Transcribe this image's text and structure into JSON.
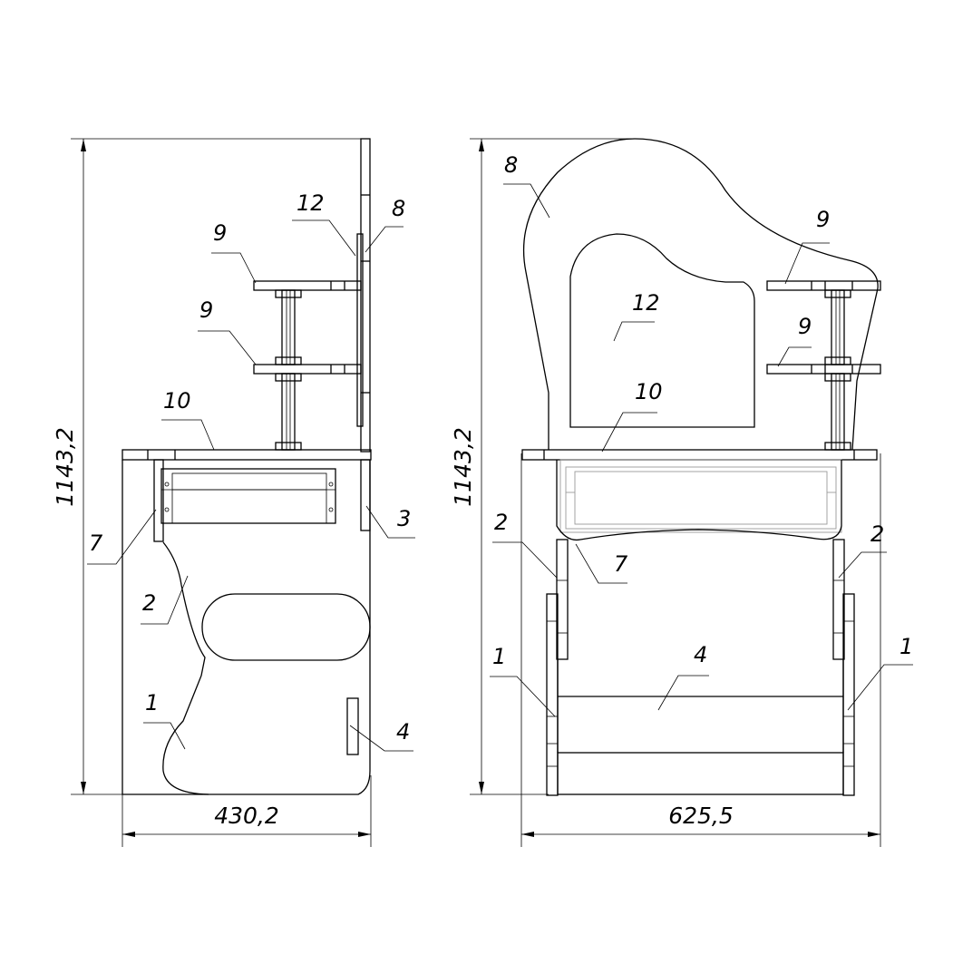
{
  "dimensions": {
    "side_width": "430,2",
    "side_height": "1143,2",
    "front_width": "625,5",
    "front_height": "1143,2"
  },
  "side_view_labels": {
    "p1": "1",
    "p2": "2",
    "p3": "3",
    "p4": "4",
    "p7": "7",
    "p8": "8",
    "p9_top": "9",
    "p9_mid": "9",
    "p10": "10",
    "p12": "12"
  },
  "front_view_labels": {
    "p1_left": "1",
    "p1_right": "1",
    "p2_left": "2",
    "p2_right": "2",
    "p4": "4",
    "p7": "7",
    "p8": "8",
    "p9_top": "9",
    "p9_mid": "9",
    "p10": "10",
    "p12": "12"
  }
}
